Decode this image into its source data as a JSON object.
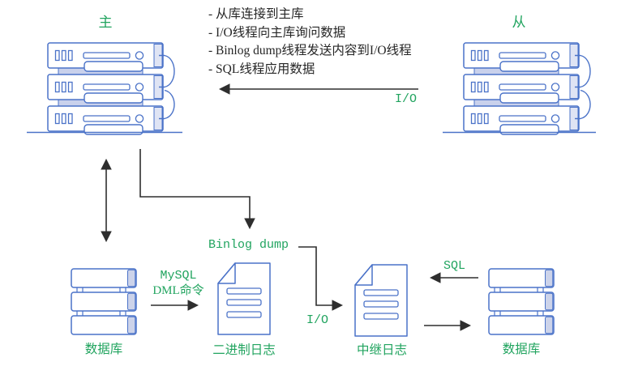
{
  "notes": {
    "items": [
      "- 从库连接到主库",
      "- I/O线程向主库询问数据",
      "- Binlog dump线程发送内容到I/O线程",
      "- SQL线程应用数据"
    ]
  },
  "servers": {
    "master_label": "主",
    "slave_label": "从"
  },
  "flows": {
    "io_top": "I/O",
    "binlog_dump": "Binlog dump",
    "mysql_dml_line1": "MySQL",
    "mysql_dml_line2": "DML命令",
    "io_bottom": "I/O",
    "sql": "SQL"
  },
  "nodes": {
    "database_left": "数据库",
    "binary_log": "二进制日志",
    "relay_log": "中继日志",
    "database_right": "数据库"
  },
  "colors": {
    "accent_green": "#21a45f",
    "line_blue": "#4a72c8",
    "arrow_black": "#2e2e2e"
  }
}
